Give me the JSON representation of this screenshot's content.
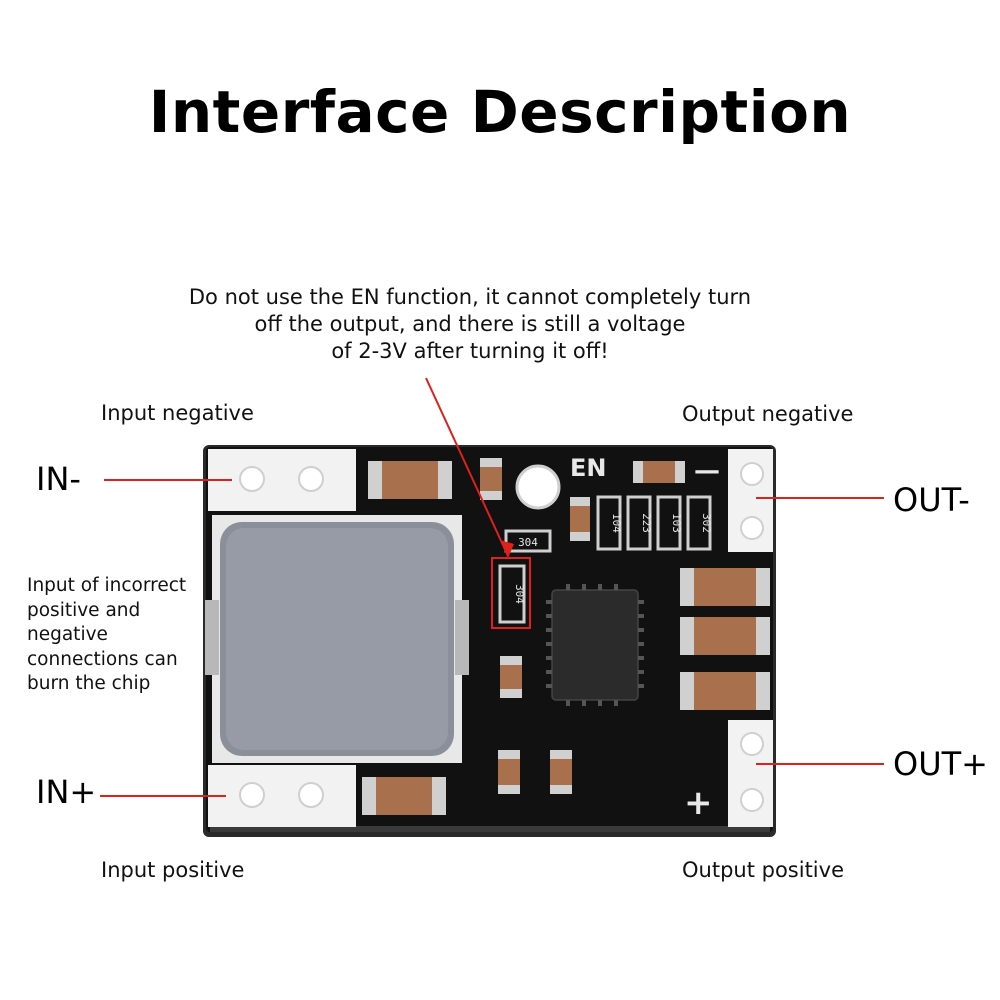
{
  "title": "Interface Description",
  "warning": {
    "lines": [
      "Do not use the EN function, it cannot completely turn",
      "off the output, and there is still a voltage",
      "of 2-3V after turning it off!"
    ]
  },
  "labels": {
    "input_negative": "Input negative",
    "output_negative": "Output negative",
    "input_positive": "Input positive",
    "output_positive": "Output positive"
  },
  "pins": {
    "in_minus": "IN-",
    "in_plus": "IN+",
    "out_minus": "OUT-",
    "out_plus": "OUT+"
  },
  "note": {
    "lines": [
      "Input of incorrect",
      "positive and",
      "negative",
      "connections can",
      "burn the chip"
    ]
  },
  "board": {
    "en_label": "EN",
    "minus_mark": "—",
    "plus_mark": "+",
    "resistor_codes": [
      "304",
      "104",
      "223",
      "103",
      "302",
      "304"
    ]
  },
  "colors": {
    "accent_red": "#e0201c",
    "board_black": "#111111",
    "inductor_gray": "#8a8f99",
    "capacitor_brown": "#a8704c"
  }
}
